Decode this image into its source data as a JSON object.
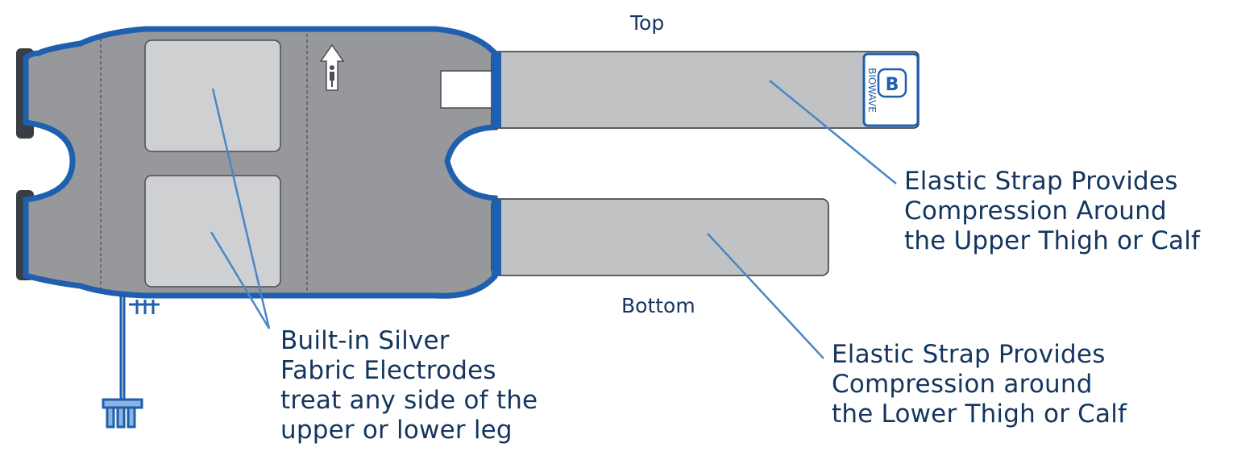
{
  "labels": {
    "top": "Top",
    "bottom": "Bottom"
  },
  "callouts": {
    "electrodes": [
      "Built-in Silver",
      "Fabric Electrodes",
      "treat any side of the",
      "upper or lower leg"
    ],
    "upper_strap": [
      "Elastic Strap Provides",
      "Compression Around",
      "the Upper Thigh or Calf"
    ],
    "lower_strap": [
      "Elastic Strap Provides",
      "Compression around",
      "the Lower Thigh or Calf"
    ]
  },
  "brand": {
    "logo_letter": "B",
    "logo_text": "BIOWAVE"
  },
  "colors": {
    "trim_blue": "#1e5fae",
    "body_gray": "#97989b",
    "electrode_gray": "#cfd0d2",
    "strap_gray": "#c1c2c4",
    "leader_blue": "#4a86c5",
    "text_navy": "#14355f"
  }
}
